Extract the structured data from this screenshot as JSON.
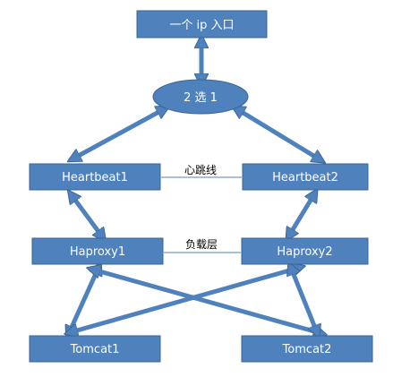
{
  "colors": {
    "node_fill": "#4f81bd",
    "node_stroke": "#3a6595",
    "text": "#ffffff",
    "link": "#4f81bd",
    "label_text": "#000000"
  },
  "nodes": {
    "entry": {
      "label": "一个 ip 入口"
    },
    "select": {
      "label": "2 选 1"
    },
    "heartbeat1": {
      "label": "Heartbeat1"
    },
    "heartbeat2": {
      "label": "Heartbeat2"
    },
    "haproxy1": {
      "label": "Haproxy1"
    },
    "haproxy2": {
      "label": "Haproxy2"
    },
    "tomcat1": {
      "label": "Tomcat1"
    },
    "tomcat2": {
      "label": "Tomcat2"
    }
  },
  "links": {
    "heartbeat": {
      "label": "心跳线"
    },
    "load": {
      "label": "负载层"
    }
  }
}
